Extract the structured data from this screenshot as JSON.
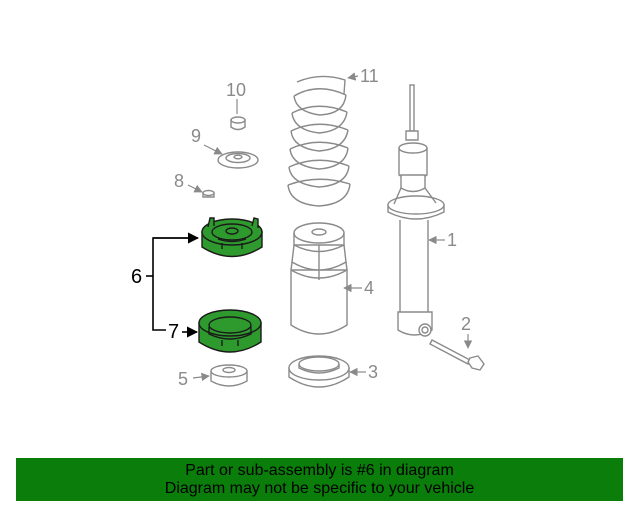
{
  "colors": {
    "highlight": "#2e9a2e",
    "banner": "#0a7d0a",
    "line": "#8a8a8a"
  },
  "callouts": {
    "c1": "1",
    "c2": "2",
    "c3": "3",
    "c4": "4",
    "c5": "5",
    "c6": "6",
    "c7": "7",
    "c8": "8",
    "c9": "9",
    "c10": "10",
    "c11": "11"
  },
  "banner": {
    "line1": "Part or sub-assembly is #6 in diagram",
    "line2": "Diagram may not be specific to your vehicle"
  }
}
